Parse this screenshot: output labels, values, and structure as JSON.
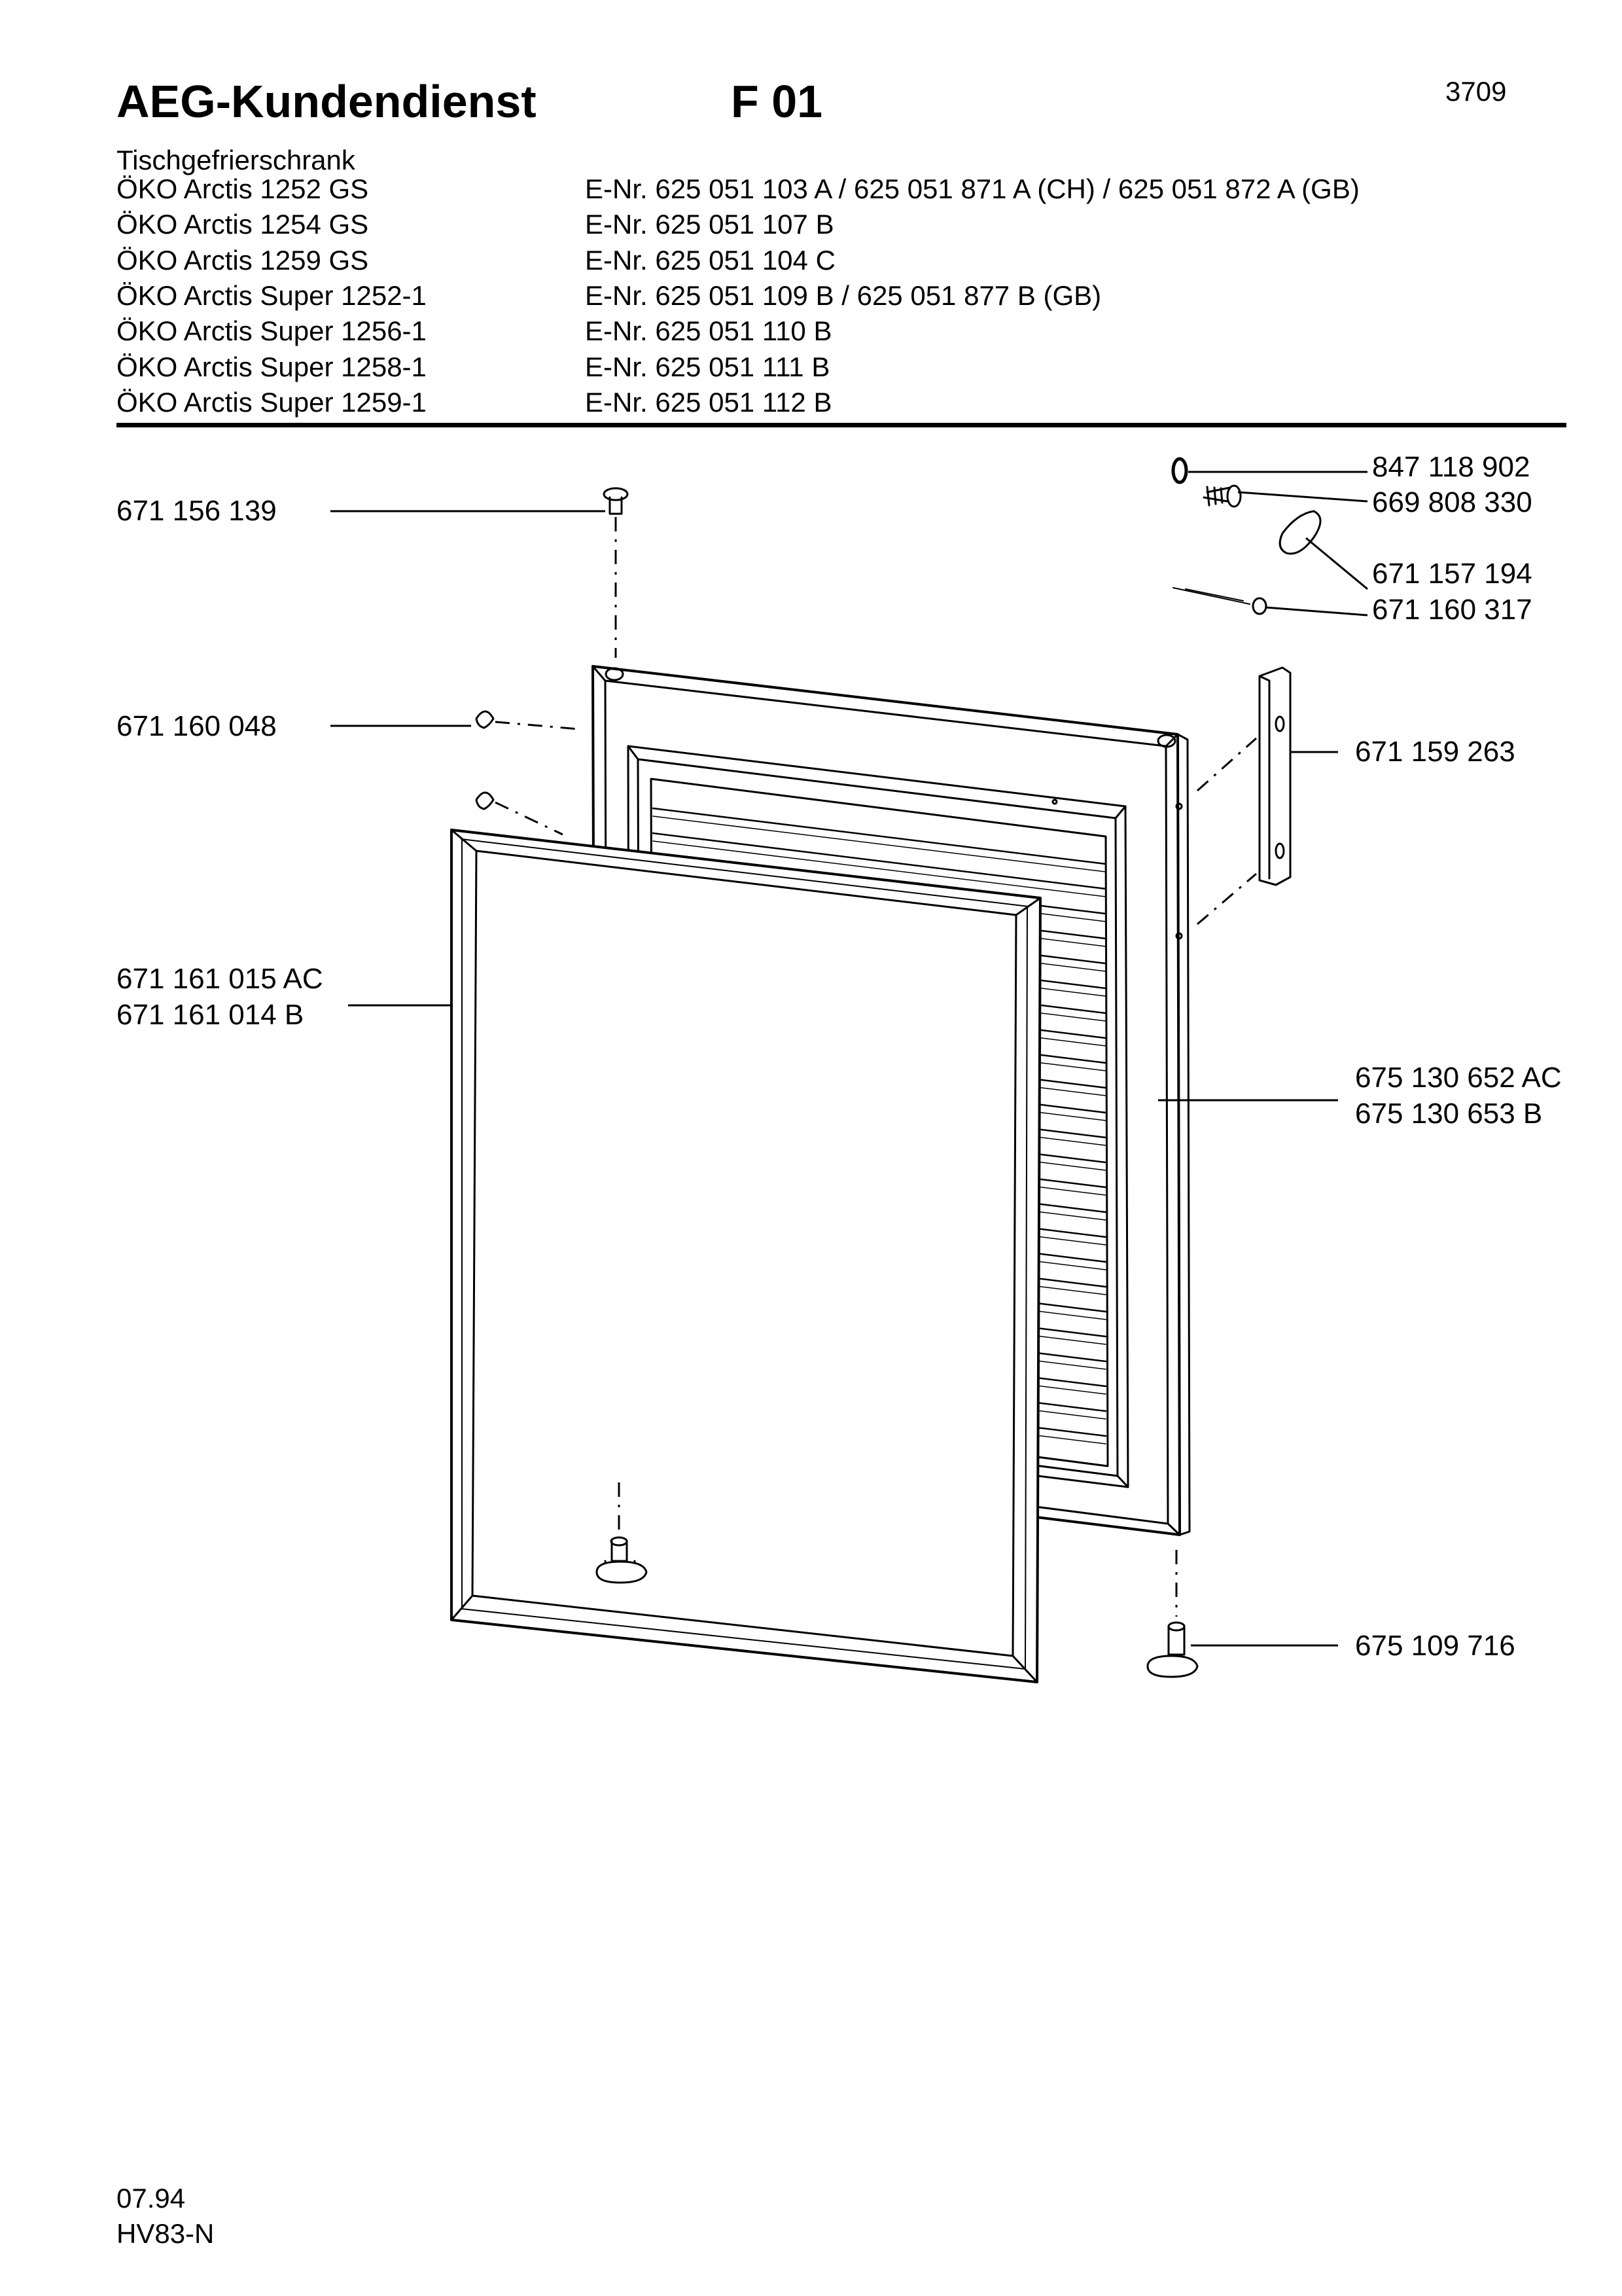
{
  "header": {
    "brand_title": "AEG-Kundendienst",
    "section_code": "F 01",
    "page_number": "3709"
  },
  "product": {
    "category": "Tischgefrierschrank",
    "models": [
      {
        "name": "ÖKO Arctis 1252 GS",
        "enr": "E-Nr. 625 051 103 A  /  625 051 871 A  (CH) / 625 051 872 A  (GB)"
      },
      {
        "name": "ÖKO Arctis 1254 GS",
        "enr": "E-Nr. 625 051 107 B"
      },
      {
        "name": "ÖKO Arctis 1259 GS",
        "enr": "E-Nr. 625 051 104 C"
      },
      {
        "name": "ÖKO Arctis Super 1252-1",
        "enr": "E-Nr. 625 051 109 B / 625 051 877 B (GB)"
      },
      {
        "name": "ÖKO Arctis Super 1256-1",
        "enr": "E-Nr. 625 051 110 B"
      },
      {
        "name": "ÖKO Arctis Super 1258-1",
        "enr": "E-Nr. 625 051 111 B"
      },
      {
        "name": "ÖKO Arctis Super 1259-1",
        "enr": "E-Nr. 625 051 112 B"
      }
    ]
  },
  "parts": {
    "top_pin": "671 156  139",
    "plug_left": "671 160 048",
    "gasket_line1": "671 161 015 AC",
    "gasket_line2": "671 161 014 B",
    "screw_washer": "847 118 902",
    "screw": "669 808 330",
    "cap": "671 157 194",
    "wire_pin": "671 160 317",
    "handle": "671 159 263",
    "door_line1": "675 130 652 AC",
    "door_line2": "675 130 653 B",
    "bottom_hinge": "675 109 716"
  },
  "footer": {
    "date": "07.94",
    "code": "HV83-N"
  }
}
